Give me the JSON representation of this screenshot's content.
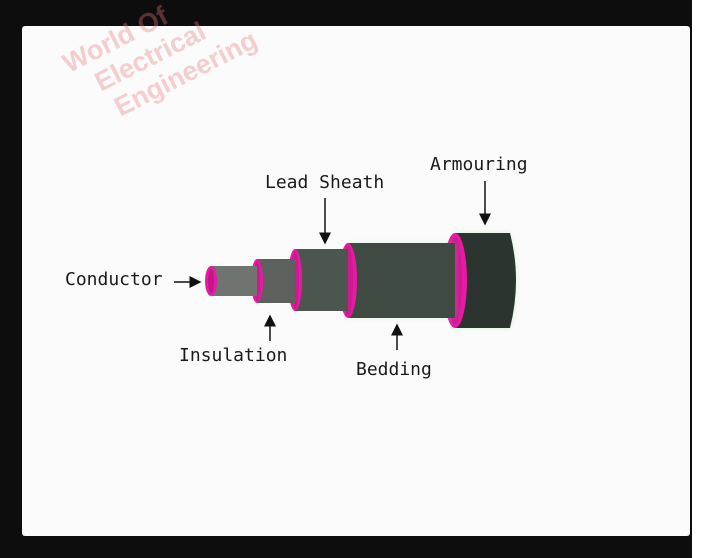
{
  "watermark": {
    "line1": "World Of",
    "line2": "Electrical",
    "line3": "Engineering"
  },
  "labels": {
    "conductor": "Conductor",
    "insulation": "Insulation",
    "lead_sheath": "Lead Sheath",
    "bedding": "Bedding",
    "armouring": "Armouring"
  },
  "colors": {
    "frame": "#0d0d0d",
    "background": "#fbfbfb",
    "layer_edge": "#e61aa3",
    "conductor": "#6f7470",
    "insulation": "#5c615d",
    "lead_sheath": "#4d554f",
    "bedding": "#3e4a42",
    "armouring": "#2c342f",
    "watermark": "#e87878"
  }
}
